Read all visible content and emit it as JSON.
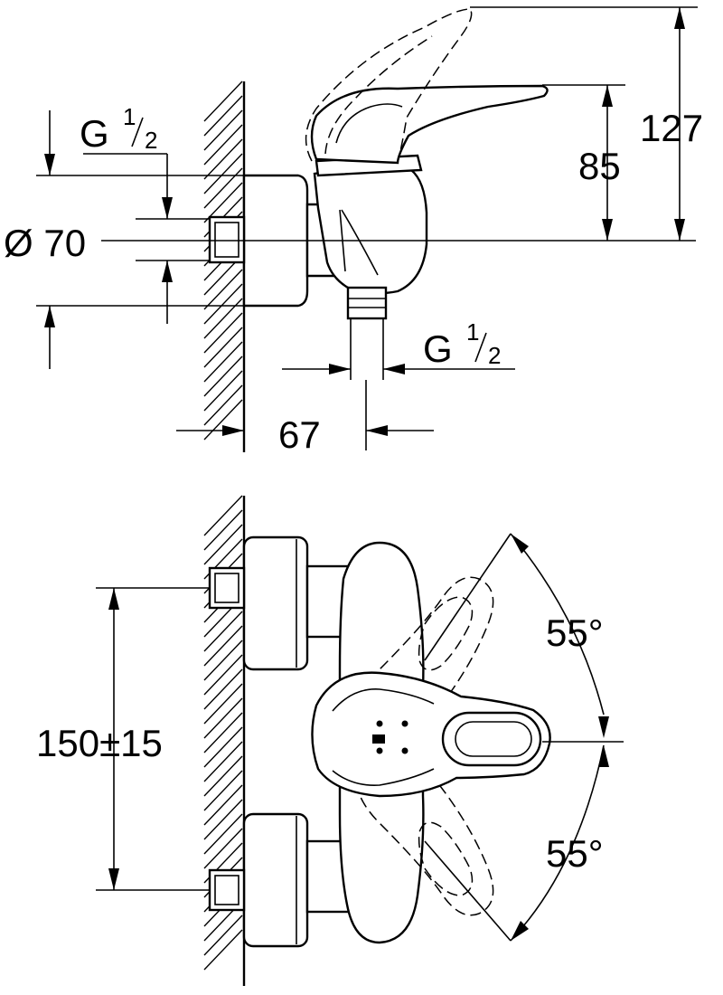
{
  "side_view": {
    "g_top": {
      "base": "G",
      "num": "1",
      "den": "2"
    },
    "g_bottom": {
      "base": "G",
      "num": "1",
      "den": "2"
    },
    "diameter": "Ø 70",
    "depth": "67",
    "lever_height": "85",
    "total_height": "127"
  },
  "front_view": {
    "spacing": "150±15",
    "angle_up": "55°",
    "angle_down": "55°"
  }
}
